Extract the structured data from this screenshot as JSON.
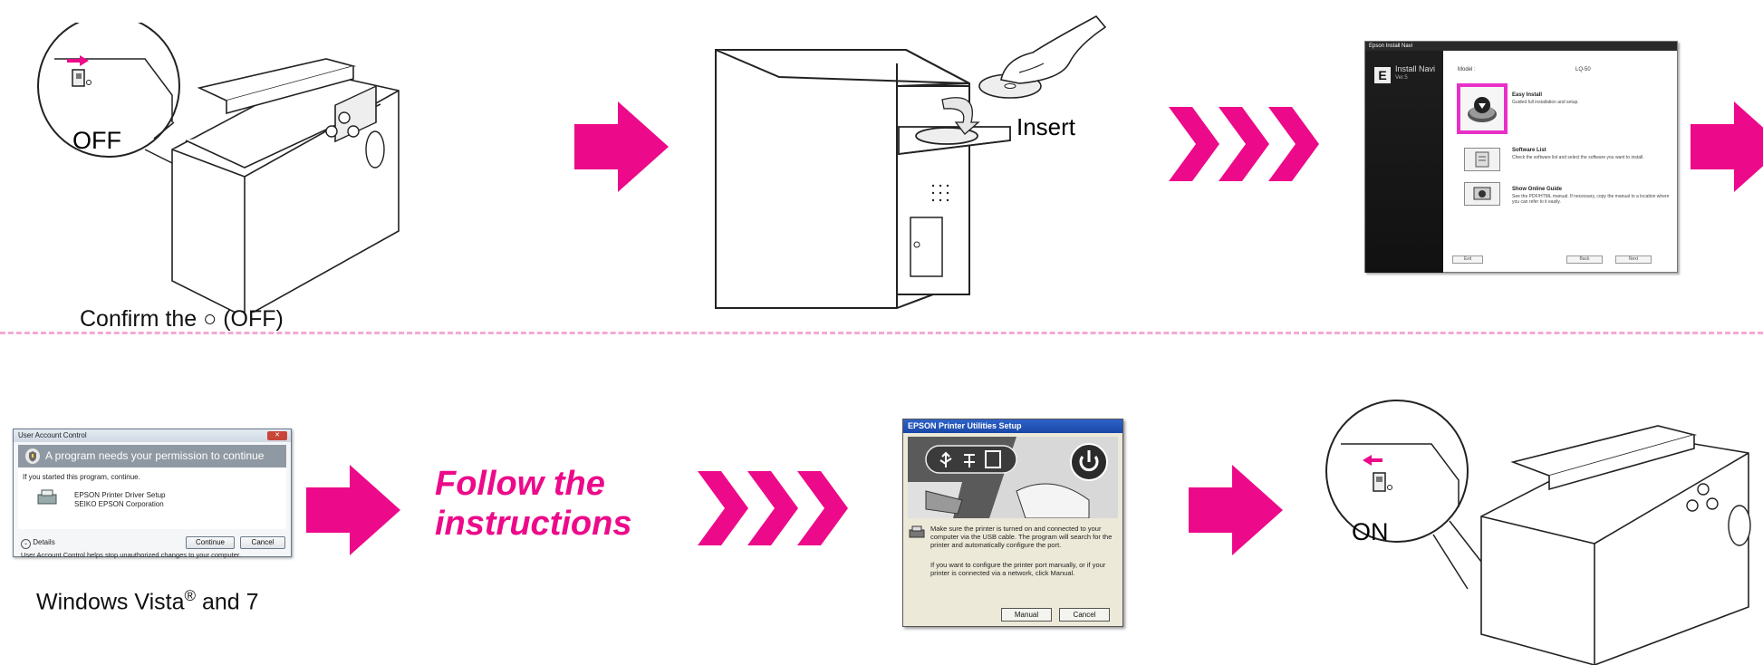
{
  "colors": {
    "accent": "#ec0a8a",
    "divider": "#f5a8d6"
  },
  "top_row": {
    "printer_off": {
      "switch_label": "OFF",
      "caption": "Confirm the ○ (OFF)"
    },
    "computer": {
      "insert_label": "Insert"
    },
    "install_navi": {
      "window_title": "Epson Install Navi",
      "app_name": "Install Navi",
      "version": "Ver.5",
      "model_label": "Model :",
      "model_value": "LQ-50",
      "options": [
        {
          "title": "Easy Install",
          "description": "Guided full installation and setup."
        },
        {
          "title": "Software List",
          "description": "Check the software list and select the software you want to install."
        },
        {
          "title": "Show Online Guide",
          "description": "See the PDF/HTML manual. If necessary, copy the manual to a location where you can refer to it easily."
        }
      ],
      "buttons": {
        "exit": "Exit",
        "back": "Back",
        "next": "Next"
      }
    }
  },
  "bottom_row": {
    "uac": {
      "window_title": "User Account Control",
      "banner": "A program needs your permission to continue",
      "intro": "If you started this program, continue.",
      "program_name": "EPSON Printer Driver Setup",
      "publisher": "SEIKO EPSON Corporation",
      "details": "Details",
      "continue": "Continue",
      "cancel": "Cancel",
      "footer": "User Account Control helps stop unauthorized changes to your computer.",
      "caption_main": "Windows Vista",
      "caption_reg": "®",
      "caption_tail": " and 7"
    },
    "follow": {
      "line1": "Follow the",
      "line2": "instructions"
    },
    "setup": {
      "window_title": "EPSON Printer Utilities Setup",
      "para1": "Make sure the printer is turned on and connected to your computer via the USB cable. The program will search for the printer and automatically configure the port.",
      "para2": "If you want to configure the printer port manually, or if your printer is connected via a network, click Manual.",
      "manual": "Manual",
      "cancel": "Cancel"
    },
    "printer_on": {
      "switch_label": "ON"
    }
  },
  "icons": [
    "pink-arrow",
    "power-icon",
    "usb-icon",
    "cd-icon",
    "shield-icon",
    "printer-icon"
  ]
}
